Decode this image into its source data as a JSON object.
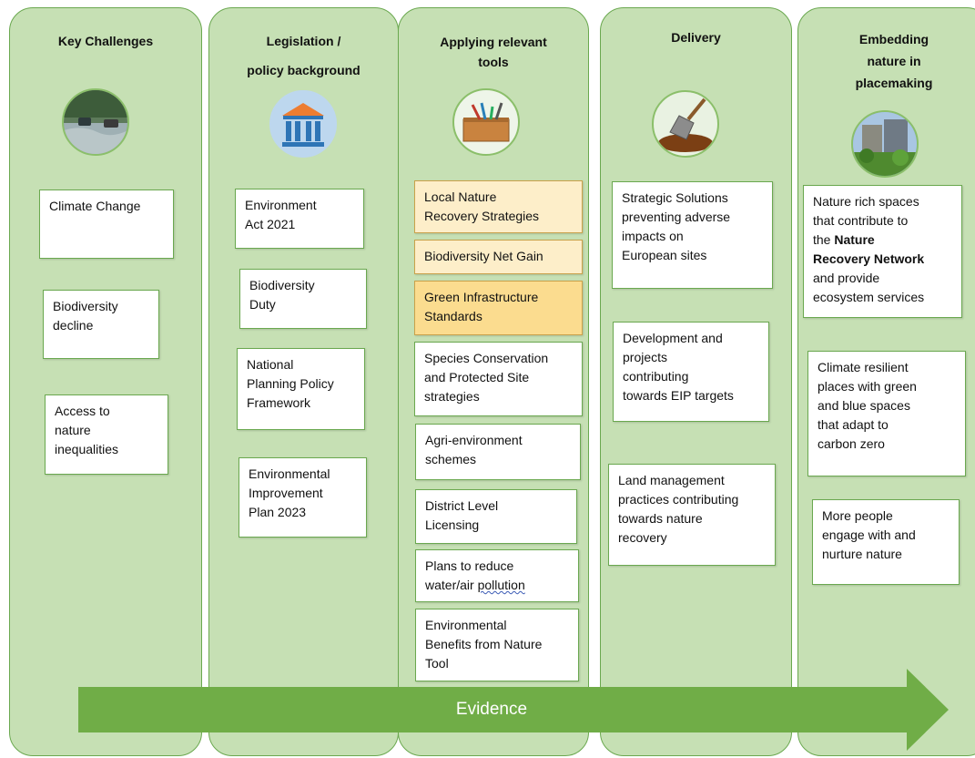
{
  "columns": [
    {
      "title": "Key Challenges",
      "icon": "flooded-road-icon",
      "boxes": [
        "Climate  Change",
        "Biodiversity\ndecline",
        "Access to\nnature\ninequalities"
      ]
    },
    {
      "title": "Legislation /\npolicy background",
      "icon": "government-building-icon",
      "boxes": [
        "Environment\nAct 2021",
        "Biodiversity\nDuty",
        "National\nPlanning Policy\nFramework",
        "Environmental\nImprovement\nPlan 2023"
      ]
    },
    {
      "title": "Applying relevant\ntools",
      "icon": "toolbox-icon",
      "boxes": [
        "Local Nature\nRecovery Strategies",
        "Biodiversity Net Gain",
        "Green Infrastructure\nStandards",
        "Species Conservation\nand Protected Site\nstrategies",
        "Agri-environment\nschemes",
        "District Level\nLicensing",
        "Plans to reduce\nwater/air ",
        "Environmental\nBenefits from Nature\nTool"
      ],
      "underlined_word": "pollution"
    },
    {
      "title": "Delivery",
      "icon": "spade-icon",
      "boxes": [
        "Strategic Solutions\npreventing adverse\nimpacts on\nEuropean sites",
        "Development and\nprojects\ncontributing\ntowards EIP targets",
        "Land management\npractices contributing\ntowards nature\nrecovery"
      ]
    },
    {
      "title": "Embedding\nnature in\nplacemaking",
      "icon": "green-building-icon",
      "boxes": [
        "Nature rich spaces\nthat contribute to\nthe ",
        "Climate resilient\nplaces with green\nand blue spaces\nthat adapt to\ncarbon zero",
        "More people\nengage with and\nnurture nature"
      ],
      "bold_phrase": "Nature\nRecovery Network",
      "box0_tail": "\nand provide\necosystem services"
    }
  ],
  "arrow_label": "Evidence",
  "colors": {
    "column_fill": "#c6e0b4",
    "column_border": "#6aa84f",
    "arrow_fill": "#70ad47",
    "highlight_light": "#fdeec9",
    "highlight_strong": "#fbdc8f"
  }
}
